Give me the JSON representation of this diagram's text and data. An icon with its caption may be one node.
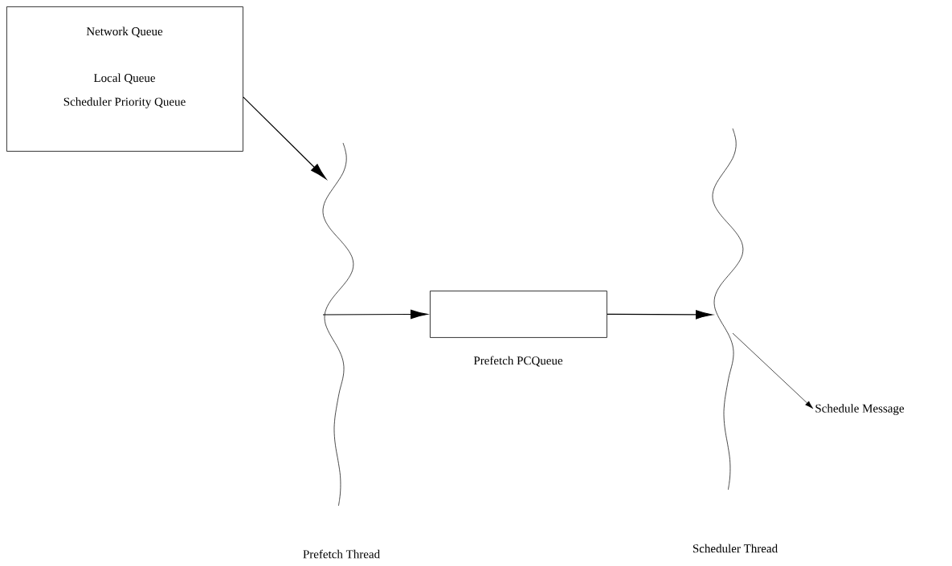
{
  "diagram": {
    "nodes": [
      {
        "text": [
          "Network Queue",
          "Local Queue",
          "Scheduler Priority Queue"
        ]
      },
      {
        "text": [],
        "shape": "squiggle"
      },
      {
        "text": [
          "Prefetch PCQueue"
        ]
      },
      {
        "text": [],
        "shape": "squiggle"
      },
      {
        "text": [
          "Schedule Message"
        ]
      }
    ],
    "edges": [
      {
        "from": 0,
        "to": 1,
        "arrow": "to"
      },
      {
        "from": 1,
        "to": 2,
        "arrow": "to"
      },
      {
        "from": 2,
        "to": 3,
        "arrow": "to"
      },
      {
        "from": 3,
        "to": 4,
        "arrow": "to"
      }
    ],
    "labels": [
      "Prefetch Thread",
      "Scheduler Thread"
    ]
  }
}
